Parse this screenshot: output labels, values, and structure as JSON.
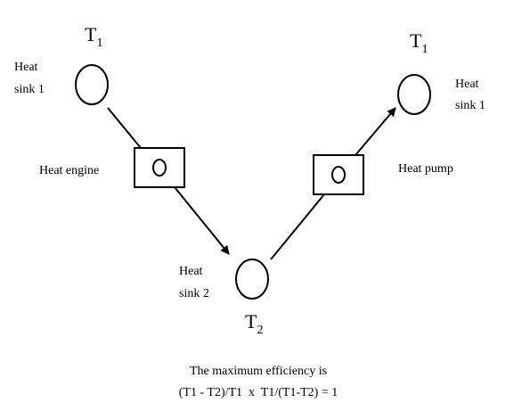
{
  "left_sink": {
    "temp_symbol": "T",
    "temp_subscript": "1",
    "label_line1": "Heat",
    "label_line2": "sink 1"
  },
  "right_sink": {
    "temp_symbol": "T",
    "temp_subscript": "1",
    "label_line1": "Heat",
    "label_line2": "sink 1"
  },
  "bottom_sink": {
    "temp_symbol": "T",
    "temp_subscript": "2",
    "label_line1": "Heat",
    "label_line2": "sink 2"
  },
  "heat_engine": {
    "label": "Heat engine"
  },
  "heat_pump": {
    "label": "Heat pump"
  },
  "caption": {
    "line1": "The maximum efficiency is",
    "line2": "(T1 - T2)/T1  x  T1/(T1-T2) = 1"
  },
  "colors": {
    "stroke": "#000000",
    "background": "#ffffff"
  }
}
